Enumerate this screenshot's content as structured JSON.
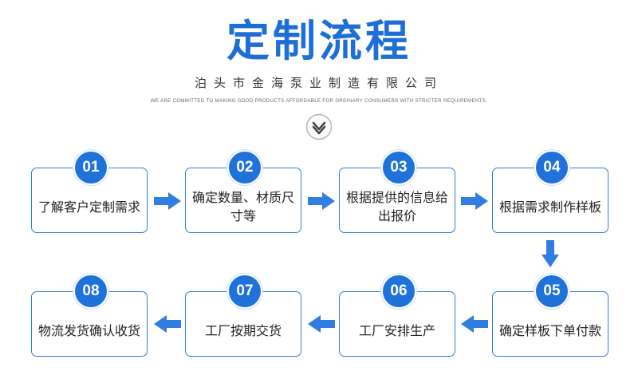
{
  "header": {
    "title": "定制流程",
    "subtitle": "泊头市金海泵业制造有限公司",
    "slogan": "WE ARE COMMITTED TO MAKING GOOD PRODUCTS AFFORDABLE FOR ORDINARY CONSUMERS WITH STRICTER REQUIREMENTS."
  },
  "colors": {
    "accent": "#1f72d9",
    "arrow": "#2f7ee0",
    "border": "#2f7ee0"
  },
  "icons": {
    "header": "chevron-down-circle-icon",
    "flow": "arrow-icon"
  },
  "steps": [
    {
      "num": "01",
      "text": "了解客户定制需求"
    },
    {
      "num": "02",
      "text": "确定数量、材质尺寸等"
    },
    {
      "num": "03",
      "text": "根据提供的信息给出报价"
    },
    {
      "num": "04",
      "text": "根据需求制作样板"
    },
    {
      "num": "05",
      "text": "确定样板下单付款"
    },
    {
      "num": "06",
      "text": "工厂安排生产"
    },
    {
      "num": "07",
      "text": "工厂按期交货"
    },
    {
      "num": "08",
      "text": "物流发货确认收货"
    }
  ]
}
